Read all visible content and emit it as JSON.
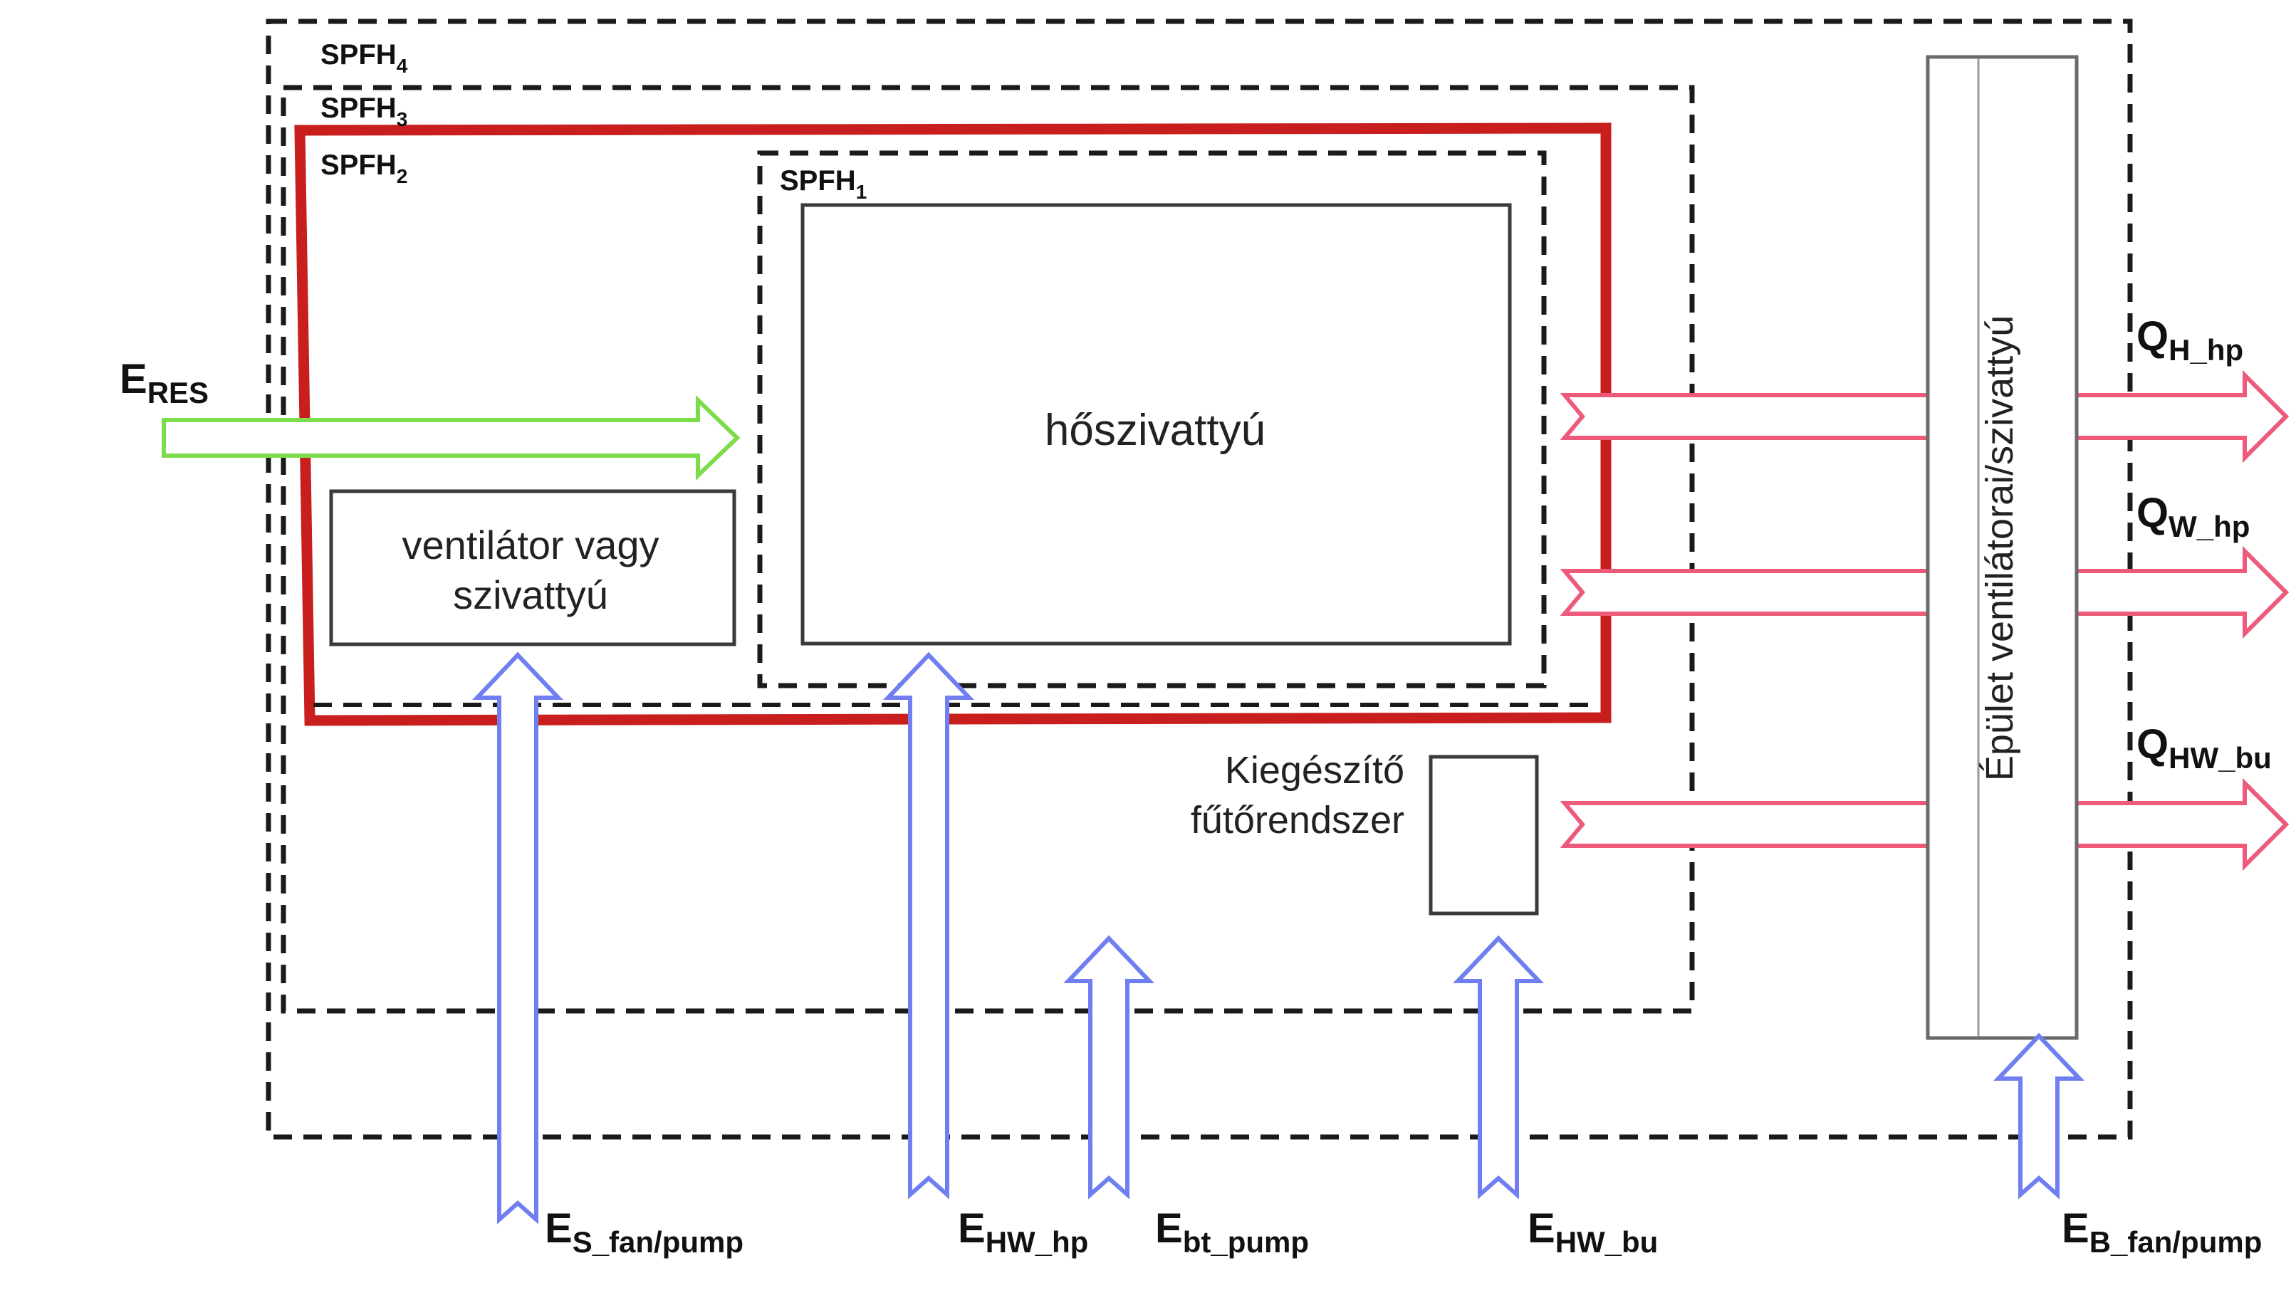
{
  "colors": {
    "dashed_frame": "#1a1a1a",
    "spfh2_frame": "#c81e1e",
    "res_arrow": "#7ddc4a",
    "energy_in_arrow": "#6f7ef0",
    "heat_out_arrow": "#ee5a7a",
    "box_border": "#3a3a3a"
  },
  "boundaries": {
    "spfh4": {
      "label": "SPFH",
      "sub": "4"
    },
    "spfh3": {
      "label": "SPFH",
      "sub": "3"
    },
    "spfh2": {
      "label": "SPFH",
      "sub": "2"
    },
    "spfh1": {
      "label": "SPFH",
      "sub": "1"
    }
  },
  "boxes": {
    "heat_pump": "hőszivattyú",
    "fan_line1": "ventilátor vagy",
    "fan_line2": "szivattyú",
    "backup_line1": "Kiegészítő",
    "backup_line2": "fűtőrendszer",
    "building": "Épület ventilátorai/szivattyú"
  },
  "inputs": {
    "e_res": {
      "label": "E",
      "sub": "RES"
    },
    "e_s_fan_pump": {
      "label": "E",
      "sub": "S_fan/pump"
    },
    "e_hw_hp": {
      "label": "E",
      "sub": "HW_hp"
    },
    "e_bt_pump": {
      "label": "E",
      "sub": "bt_pump"
    },
    "e_hw_bu": {
      "label": "E",
      "sub": "HW_bu"
    },
    "e_b_fan_pump": {
      "label": "E",
      "sub": "B_fan/pump"
    }
  },
  "outputs": {
    "q_h_hp": {
      "label": "Q",
      "sub": "H_hp"
    },
    "q_w_hp": {
      "label": "Q",
      "sub": "W_hp"
    },
    "q_hw_bu": {
      "label": "Q",
      "sub": "HW_bu"
    }
  }
}
